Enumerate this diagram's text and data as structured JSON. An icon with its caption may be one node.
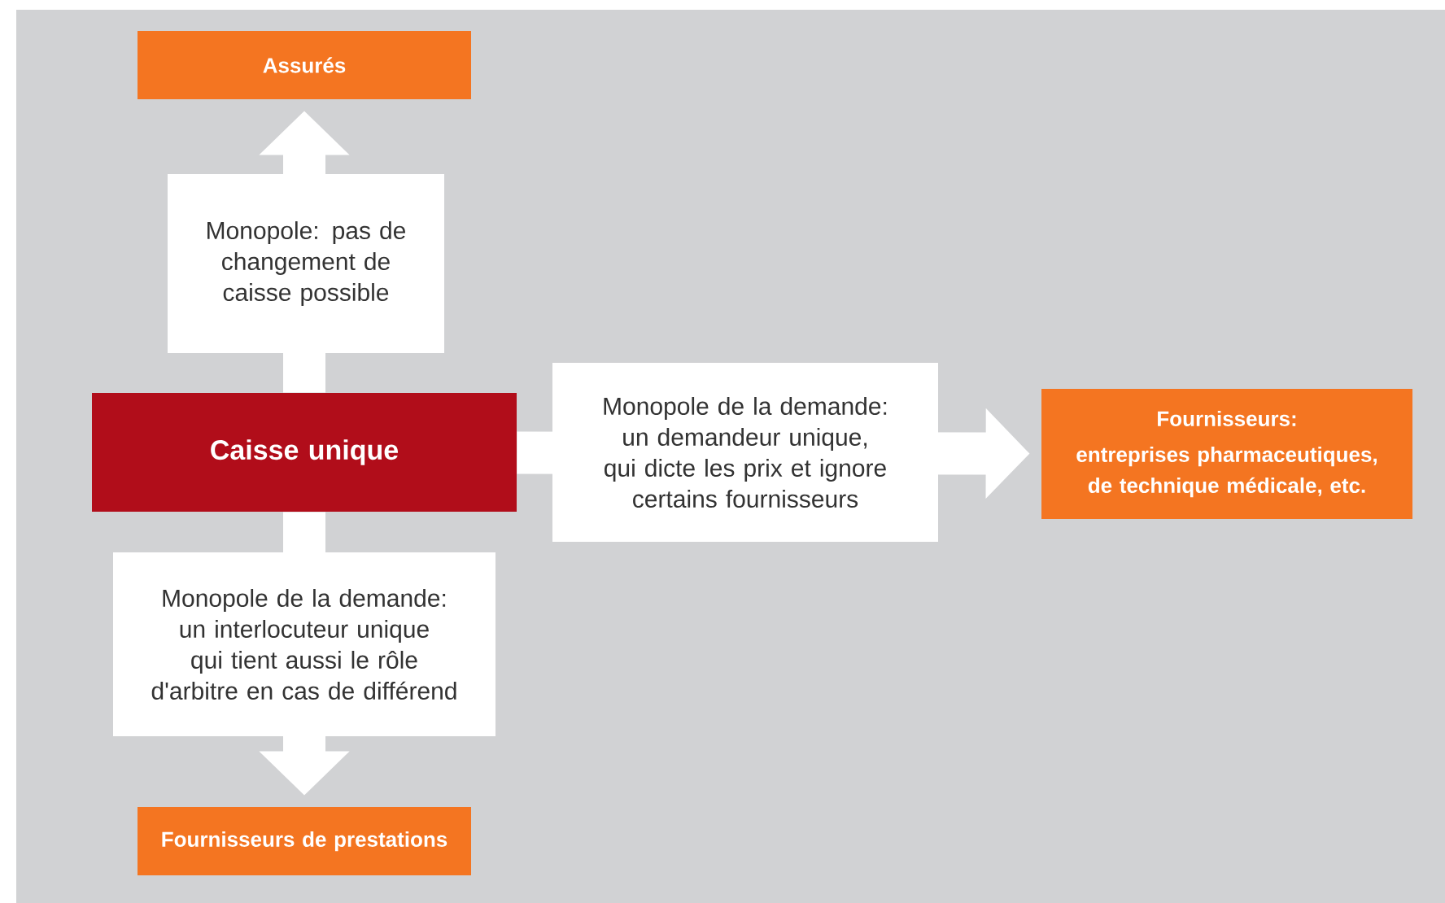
{
  "diagram": {
    "nodes": [
      {
        "text": [
          "Assurés"
        ]
      },
      {
        "text": [
          "Caisse unique"
        ]
      },
      {
        "text": [
          "Fournisseurs:",
          "entreprises pharmaceutiques, de technique médicale, etc."
        ]
      },
      {
        "text": [
          "Fournisseurs de prestations"
        ]
      }
    ],
    "edges": [
      {
        "from": 1,
        "to": 0,
        "arrow": "to",
        "label": "Monopole: pas de changement de caisse possible"
      },
      {
        "from": 1,
        "to": 2,
        "arrow": "to",
        "label": "Monopole de la demande: un demandeur unique, qui dicte les prix et ignore certains fournisseurs"
      },
      {
        "from": 1,
        "to": 3,
        "arrow": "to",
        "label": "Monopole de la demande: un interlocuteur unique qui tient aussi le rôle d'arbitre en cas de différend"
      }
    ]
  }
}
